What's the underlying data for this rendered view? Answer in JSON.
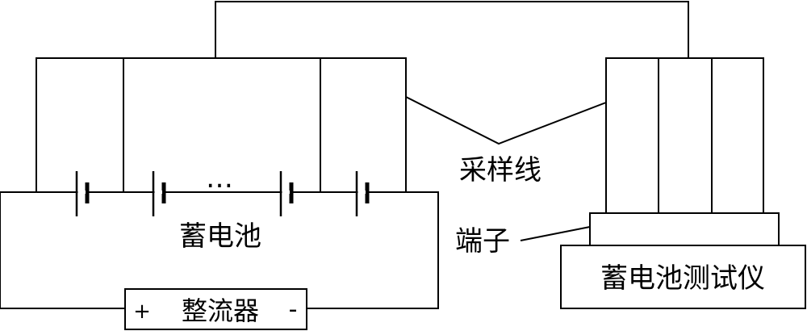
{
  "labels": {
    "battery": "蓄电池",
    "rectifier": "整流器",
    "sampling_wire": "采样线",
    "terminal": "端子",
    "tester": "蓄电池测试仪",
    "ellipsis": "…",
    "plus": "+",
    "minus": "-"
  }
}
